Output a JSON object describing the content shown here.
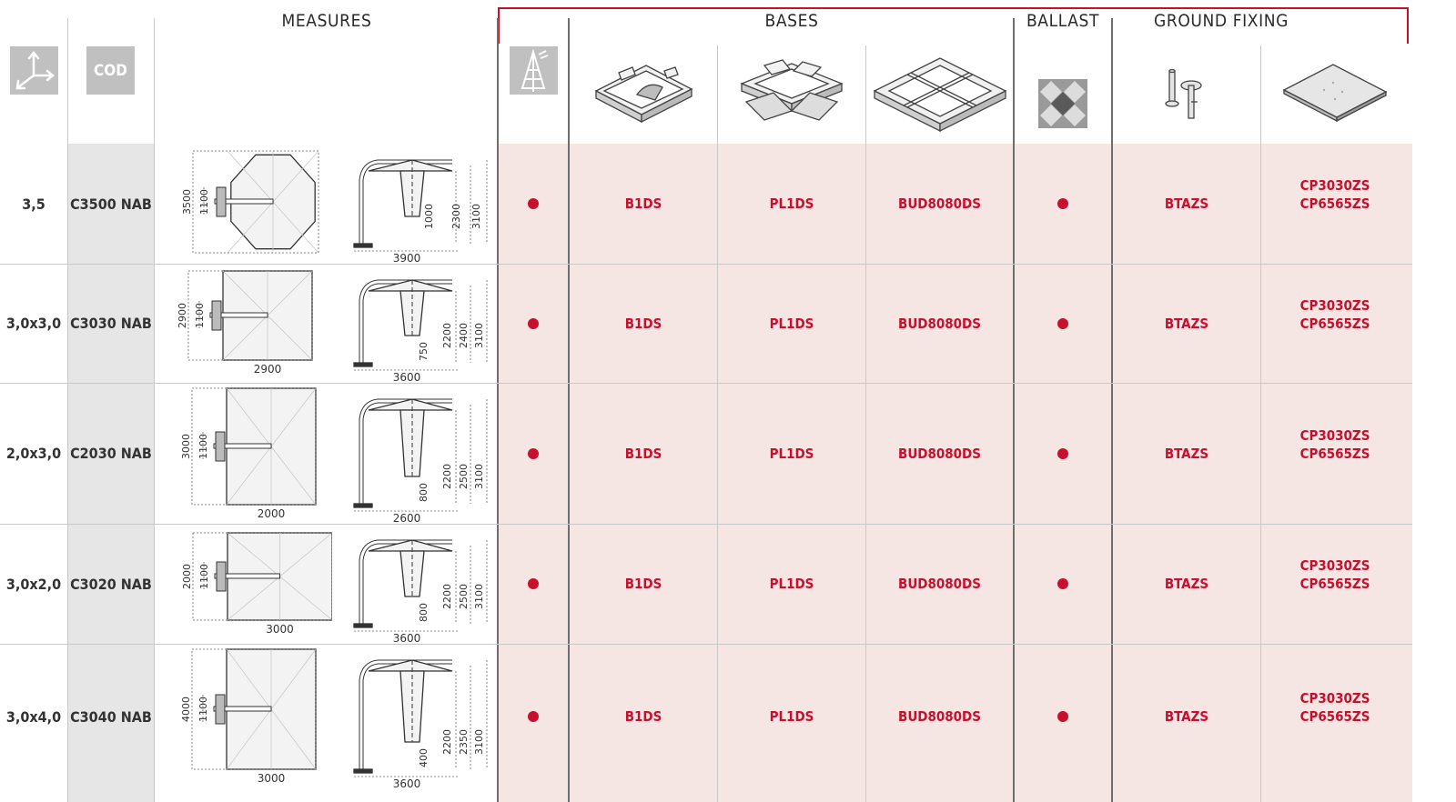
{
  "header": {
    "measures": "MEASURES",
    "bases": "BASES",
    "ballast": "BALLAST",
    "ground_fixing": "GROUND FIXING",
    "cod": "COD"
  },
  "icons": {
    "axes": "axes-3d-icon",
    "tree": "tree-icon",
    "base1": "base-b1ds-icon",
    "base2": "base-pl1ds-icon",
    "base3": "base-bud8080ds-icon",
    "ballast": "ballast-tiles-icon",
    "ground1": "ground-anchor-icon",
    "ground2": "ground-plate-icon"
  },
  "colors": {
    "accent": "#c8102e",
    "pink": "#f6e6e3",
    "gray": "#e6e6e6"
  },
  "rows": [
    {
      "size": "3,5",
      "cod": "C3500 NAB",
      "top_dims": [
        "3500",
        "1100"
      ],
      "top_w": "",
      "side_dims": [
        "1000",
        "2300",
        "3100"
      ],
      "side_w": "3900",
      "tree": "●",
      "b1": "B1DS",
      "b2": "PL1DS",
      "b3": "BUD8080DS",
      "ballast": "●",
      "g1": "BTAZS",
      "g2a": "CP3030ZS",
      "g2b": "CP6565ZS"
    },
    {
      "size": "3,0x3,0",
      "cod": "C3030 NAB",
      "top_dims": [
        "2900",
        "1100"
      ],
      "top_w": "2900",
      "side_dims": [
        "750",
        "2200",
        "2400",
        "3100"
      ],
      "side_w": "3600",
      "tree": "●",
      "b1": "B1DS",
      "b2": "PL1DS",
      "b3": "BUD8080DS",
      "ballast": "●",
      "g1": "BTAZS",
      "g2a": "CP3030ZS",
      "g2b": "CP6565ZS"
    },
    {
      "size": "2,0x3,0",
      "cod": "C2030 NAB",
      "top_dims": [
        "3000",
        "1100"
      ],
      "top_w": "2000",
      "side_dims": [
        "800",
        "2200",
        "2500",
        "3100"
      ],
      "side_w": "2600",
      "tree": "●",
      "b1": "B1DS",
      "b2": "PL1DS",
      "b3": "BUD8080DS",
      "ballast": "●",
      "g1": "BTAZS",
      "g2a": "CP3030ZS",
      "g2b": "CP6565ZS"
    },
    {
      "size": "3,0x2,0",
      "cod": "C3020 NAB",
      "top_dims": [
        "2000",
        "1100"
      ],
      "top_w": "3000",
      "side_dims": [
        "800",
        "2200",
        "2500",
        "3100"
      ],
      "side_w": "3600",
      "tree": "●",
      "b1": "B1DS",
      "b2": "PL1DS",
      "b3": "BUD8080DS",
      "ballast": "●",
      "g1": "BTAZS",
      "g2a": "CP3030ZS",
      "g2b": "CP6565ZS"
    },
    {
      "size": "3,0x4,0",
      "cod": "C3040 NAB",
      "top_dims": [
        "4000",
        "1100"
      ],
      "top_w": "3000",
      "side_dims": [
        "400",
        "2200",
        "2350",
        "3100"
      ],
      "side_w": "3600",
      "tree": "●",
      "b1": "B1DS",
      "b2": "PL1DS",
      "b3": "BUD8080DS",
      "ballast": "●",
      "g1": "BTAZS",
      "g2a": "CP3030ZS",
      "g2b": "CP6565ZS"
    }
  ]
}
